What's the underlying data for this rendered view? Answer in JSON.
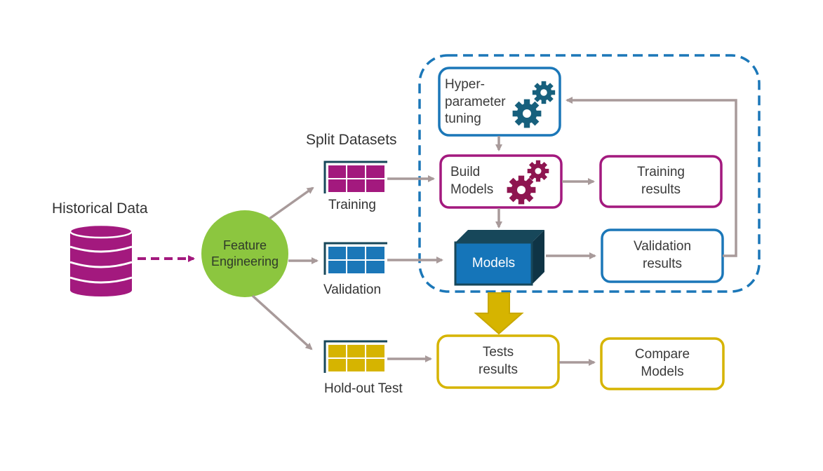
{
  "colors": {
    "arrow": "#a89a9a",
    "purple": "#a3197e",
    "blue": "#1b77b8",
    "gold": "#d6b400",
    "green": "#8cc63f",
    "dark_teal": "#17475a",
    "models_blue": "#1575b9"
  },
  "source": {
    "title": "Historical Data",
    "icon": "database-icon"
  },
  "feature_engineering": {
    "line1": "Feature",
    "line2": "Engineering"
  },
  "split": {
    "title": "Split Datasets",
    "training": "Training",
    "validation": "Validation",
    "holdout": "Hold-out Test"
  },
  "tuning": {
    "line1": "Hyper-",
    "line2": "parameter",
    "line3": "tuning",
    "icon": "gears-icon"
  },
  "build": {
    "line1": "Build",
    "line2": "Models",
    "icon": "gears-icon"
  },
  "models": {
    "label": "Models"
  },
  "training_results": {
    "line1": "Training",
    "line2": "results"
  },
  "validation_results": {
    "line1": "Validation",
    "line2": "results"
  },
  "tests_results": {
    "line1": "Tests",
    "line2": "results"
  },
  "compare": {
    "line1": "Compare",
    "line2": "Models"
  }
}
